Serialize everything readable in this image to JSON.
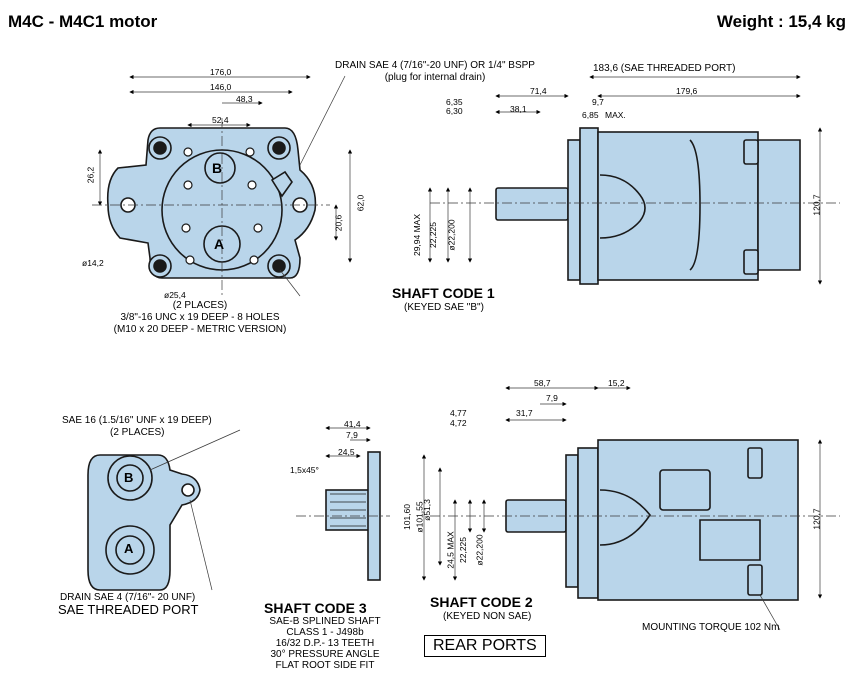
{
  "header": {
    "title": "M4C - M4C1 motor",
    "weight": "Weight : 15,4 kg"
  },
  "colors": {
    "body": "#b9d5ea",
    "outline": "#1a1a1a",
    "center": "#3a3a3a"
  },
  "front_view": {
    "dims": {
      "d176": "176,0",
      "d146": "146,0",
      "d48": "48,3",
      "d52": "52,4",
      "d26": "26,2",
      "d62": "62,0",
      "d20": "20,6",
      "d14": "ø14,2",
      "d25": "ø25,4"
    },
    "port_b": "B",
    "port_a": "A",
    "notes": [
      "(2 PLACES)",
      "3/8\"-16 UNC x 19 DEEP - 8 HOLES",
      "(M10 x 20 DEEP - METRIC VERSION)"
    ]
  },
  "drain_note": {
    "line1": "DRAIN SAE 4 (7/16\"-20 UNF) OR 1/4\" BSPP",
    "line2": "(plug for internal drain)"
  },
  "side_view_1": {
    "dims": {
      "d183": "183,6 (SAE THREADED PORT)",
      "d71": "71,4",
      "d179": "179,6",
      "d635": "6,35",
      "d630": "6,30",
      "d38": "38,1",
      "d97": "9,7",
      "d685": "6,85",
      "max": "MAX.",
      "d120": "120,7",
      "d2994": "29,94 MAX",
      "d22225": "22,225",
      "d22200": "ø22,200"
    },
    "shaft_code": "SHAFT CODE 1",
    "shaft_desc": "(KEYED SAE \"B\")"
  },
  "rear_view": {
    "note1": "SAE 16 (1.5/16\" UNF x 19 DEEP)",
    "note2": "(2 PLACES)",
    "port_b": "B",
    "port_a": "A",
    "drain1": "DRAIN SAE 4 (7/16\"- 20 UNF)",
    "drain2": "SAE THREADED PORT"
  },
  "shaft_3": {
    "dims": {
      "d414": "41,4",
      "d79": "7,9",
      "d245": "24,5",
      "chamfer": "1,5x45°"
    },
    "shaft_code": "SHAFT CODE 3",
    "desc": [
      "SAE-B SPLINED SHAFT",
      "CLASS 1 - J498b",
      "16/32 D.P.- 13 TEETH",
      "30° PRESSURE ANGLE",
      "FLAT ROOT SIDE FIT"
    ]
  },
  "side_view_2": {
    "dims": {
      "d587": "58,7",
      "d152": "15,2",
      "d79": "7,9",
      "d317": "31,7",
      "d477": "4,77",
      "d472": "4,72",
      "d10160": "101,60",
      "d10155": "ø101,55",
      "d513": "ø51,3",
      "d245max": "24,5 MAX",
      "d22225": "22,225",
      "d22200": "ø22,200",
      "d120": "120,7"
    },
    "shaft_code": "SHAFT CODE 2",
    "shaft_desc": "(KEYED NON SAE)",
    "torque": "MOUNTING TORQUE 102 Nm"
  },
  "rear_ports_label": "REAR PORTS"
}
